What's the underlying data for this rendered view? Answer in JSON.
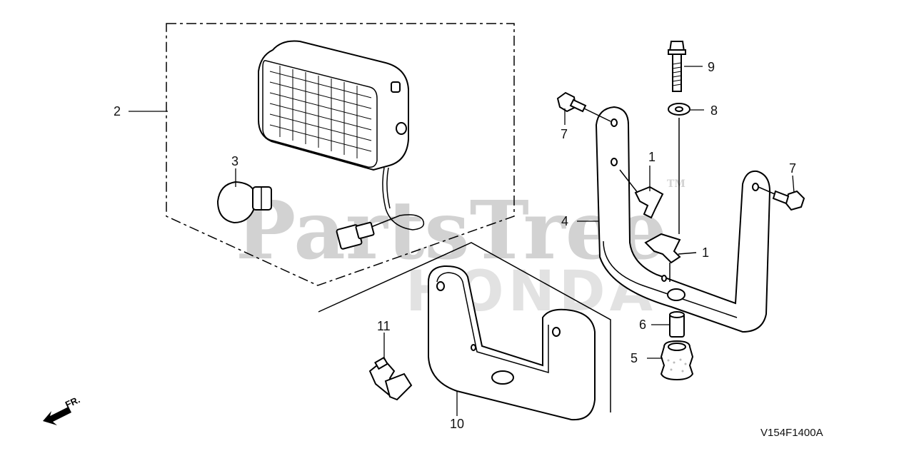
{
  "watermark": {
    "brand": "PartsTree",
    "maker": "HONDA",
    "tm": "TM"
  },
  "diagram_code": "V154F1400A",
  "direction_marker": {
    "label": "FR.",
    "icon": "front-direction-arrow-icon"
  },
  "callouts": [
    {
      "id": "c1a",
      "number": "1"
    },
    {
      "id": "c1b",
      "number": "1"
    },
    {
      "id": "c2",
      "number": "2"
    },
    {
      "id": "c3",
      "number": "3"
    },
    {
      "id": "c4",
      "number": "4"
    },
    {
      "id": "c5",
      "number": "5"
    },
    {
      "id": "c6",
      "number": "6"
    },
    {
      "id": "c7a",
      "number": "7"
    },
    {
      "id": "c7b",
      "number": "7"
    },
    {
      "id": "c8",
      "number": "8"
    },
    {
      "id": "c9",
      "number": "9"
    },
    {
      "id": "c10",
      "number": "10"
    },
    {
      "id": "c11",
      "number": "11"
    }
  ]
}
